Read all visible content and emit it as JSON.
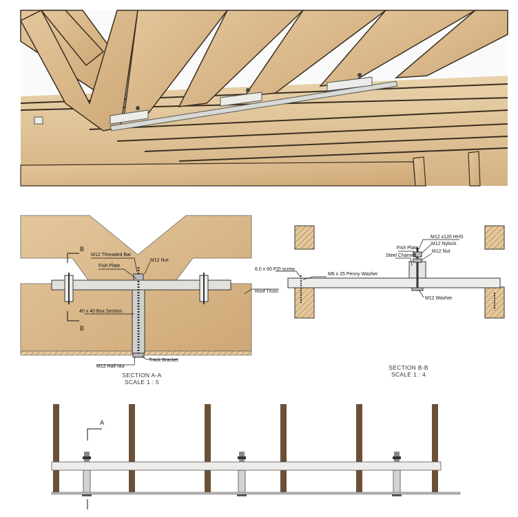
{
  "section_aa": {
    "labels": {
      "threaded_bar": "M12 Threaded Bar",
      "nut": "M12 Nut",
      "fish_plate": "Fish Plate",
      "roof_truss": "Roof Truss",
      "box_section": "40 x 40 Box Section",
      "half_nut": "M12 Half Nut",
      "track_bracket": "Track Bracket"
    },
    "cut_marker": "B",
    "caption_title": "SECTION A-A",
    "caption_scale": "SCALE 1 : 5"
  },
  "section_bb": {
    "labels": {
      "hhs": "M12 x120 HHS",
      "nylock": "M12 Nylock",
      "fish_plate": "Fish Plate",
      "nut": "M12 Nut",
      "steel_channel": "Steel Channel",
      "pzi_screw": "6.0 x 60 PZI screw",
      "penny_washer": "M6 x 25 Penny Washer",
      "washer": "M12 Washer"
    },
    "caption_title": "SECTION B-B",
    "caption_scale": "SCALE 1 : 4"
  },
  "elevation": {
    "cut_marker": "A"
  },
  "colors": {
    "timber": "#d9b88a",
    "timber_dark": "#a8834f",
    "steel": "#d8d8d4",
    "outline": "#222222",
    "post": "#6b5038"
  }
}
